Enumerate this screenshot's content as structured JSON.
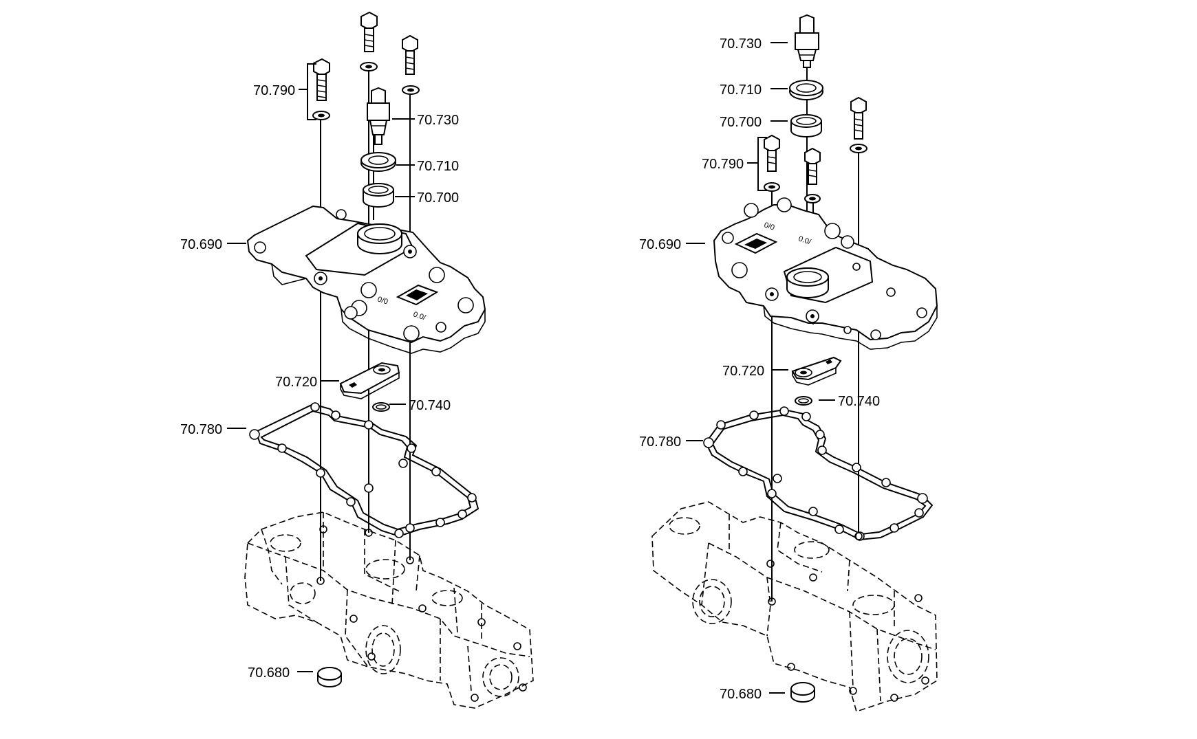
{
  "diagram": {
    "left_assembly": {
      "callouts": {
        "p70790": "70.790",
        "p70730": "70.730",
        "p70710": "70.710",
        "p70700": "70.700",
        "p70690": "70.690",
        "p70720": "70.720",
        "p70740": "70.740",
        "p70780": "70.780",
        "p70680": "70.680"
      },
      "cover_marking": [
        "0/0",
        "0.0/"
      ]
    },
    "right_assembly": {
      "callouts": {
        "p70730": "70.730",
        "p70710": "70.710",
        "p70700": "70.700",
        "p70790": "70.790",
        "p70690": "70.690",
        "p70720": "70.720",
        "p70740": "70.740",
        "p70780": "70.780",
        "p70680": "70.680"
      },
      "cover_marking": [
        "0/0",
        "0.0/"
      ]
    },
    "colors": {
      "line": "#000000",
      "background": "#ffffff"
    }
  }
}
